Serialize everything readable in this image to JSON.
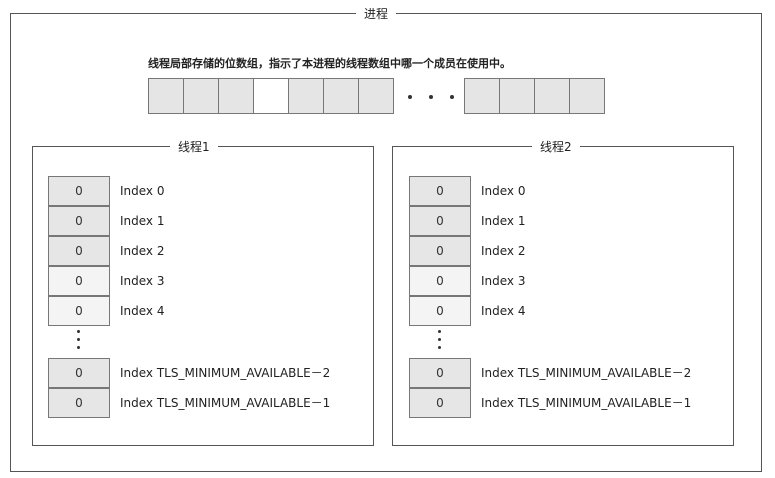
{
  "process": {
    "title": "进程",
    "caption": "线程局部存储的位数组，指示了本进程的线程数组中哪一个成员在使用中。",
    "bit_array": {
      "left_cells": [
        "used",
        "used",
        "used",
        "free",
        "used",
        "used",
        "used"
      ],
      "right_cells": [
        "used",
        "used",
        "used",
        "used"
      ]
    }
  },
  "threads": [
    {
      "title": "线程1",
      "slots": [
        {
          "value": "0",
          "label": "Index 0"
        },
        {
          "value": "0",
          "label": "Index 1"
        },
        {
          "value": "0",
          "label": "Index 2"
        },
        {
          "value": "0",
          "label": "Index 3"
        },
        {
          "value": "0",
          "label": "Index 4"
        }
      ],
      "tail_slots": [
        {
          "value": "0",
          "label": "Index TLS_MINIMUM_AVAILABLE－2"
        },
        {
          "value": "0",
          "label": "Index TLS_MINIMUM_AVAILABLE－1"
        }
      ]
    },
    {
      "title": "线程2",
      "slots": [
        {
          "value": "0",
          "label": "Index 0"
        },
        {
          "value": "0",
          "label": "Index 1"
        },
        {
          "value": "0",
          "label": "Index 2"
        },
        {
          "value": "0",
          "label": "Index 3"
        },
        {
          "value": "0",
          "label": "Index 4"
        }
      ],
      "tail_slots": [
        {
          "value": "0",
          "label": "Index TLS_MINIMUM_AVAILABLE－2"
        },
        {
          "value": "0",
          "label": "Index TLS_MINIMUM_AVAILABLE－1"
        }
      ]
    }
  ]
}
